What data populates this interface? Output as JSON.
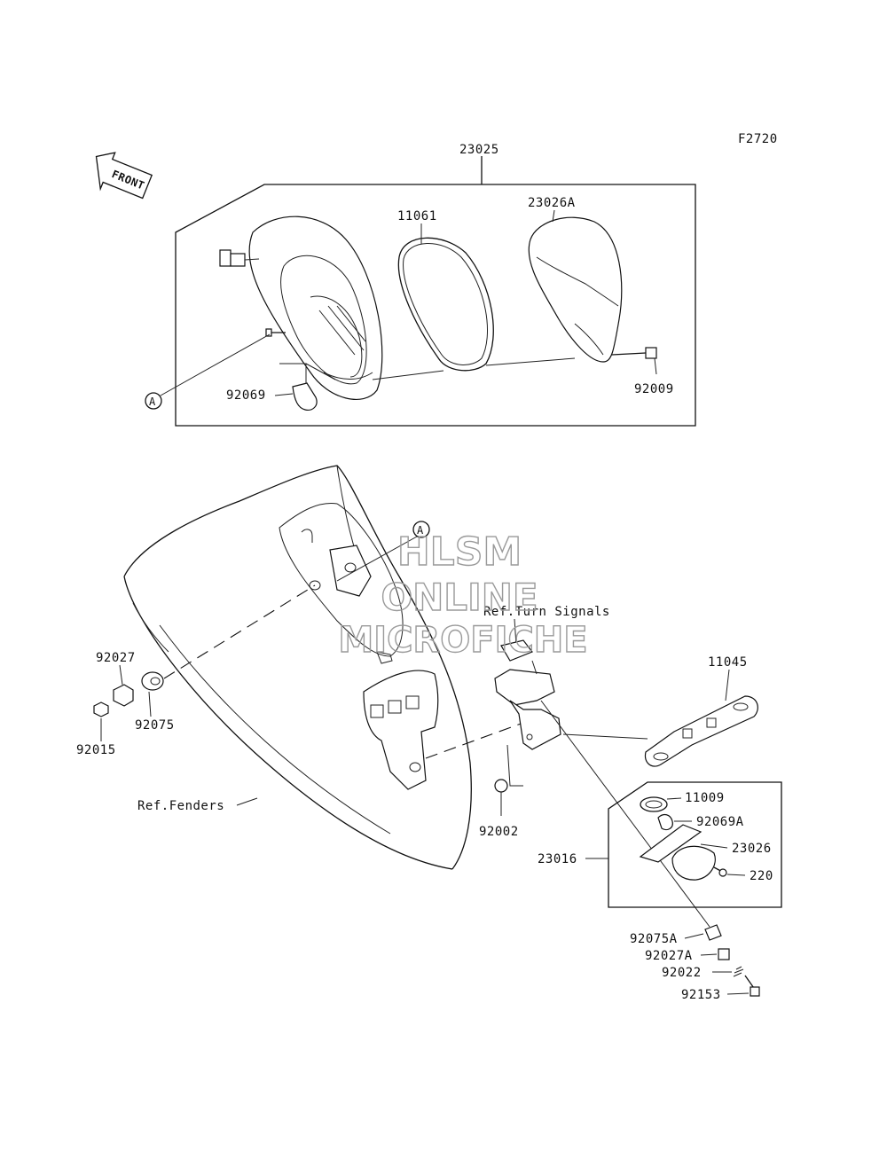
{
  "figure_code": "F2720",
  "labels": {
    "l23025": "23025",
    "l11061": "11061",
    "l23026A": "23026A",
    "l92009": "92009",
    "l92069": "92069",
    "l92027": "92027",
    "l92075": "92075",
    "l92015": "92015",
    "l11045": "11045",
    "l11009": "11009",
    "l92069A": "92069A",
    "l23026": "23026",
    "l220": "220",
    "l23016": "23016",
    "l92002": "92002",
    "l92075A": "92075A",
    "l92027A": "92027A",
    "l92022": "92022",
    "l92153": "92153",
    "ref_fenders": "Ref.Fenders",
    "ref_turn_signals": "Ref.Turn Signals"
  },
  "markers": {
    "a1": "A",
    "a2": "A"
  },
  "front_arrow": "FRONT",
  "watermark": {
    "line1": "HLSM",
    "line2": "ONLINE",
    "line3": "MICROFICHE"
  }
}
